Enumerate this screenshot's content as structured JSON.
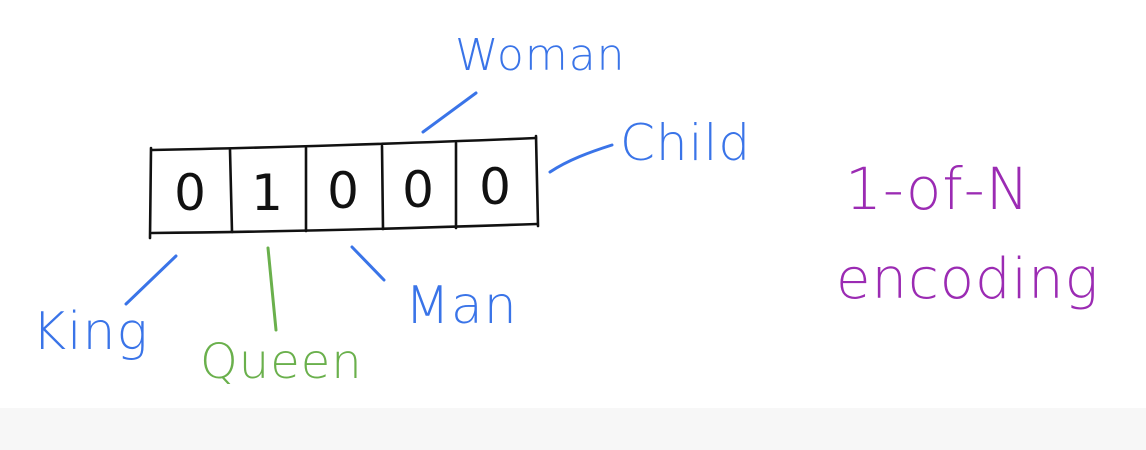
{
  "vector": {
    "cells": [
      "0",
      "1",
      "0",
      "0",
      "0"
    ]
  },
  "labels": {
    "woman": "Woman",
    "child": "Child",
    "king": "King",
    "queen": "Queen",
    "man": "Man"
  },
  "title": {
    "line1": "1-of-N",
    "line2": "encoding"
  },
  "colors": {
    "ink": "#111111",
    "blue": "#3a74e8",
    "green": "#6ab04c",
    "purple": "#9b2bb3"
  }
}
